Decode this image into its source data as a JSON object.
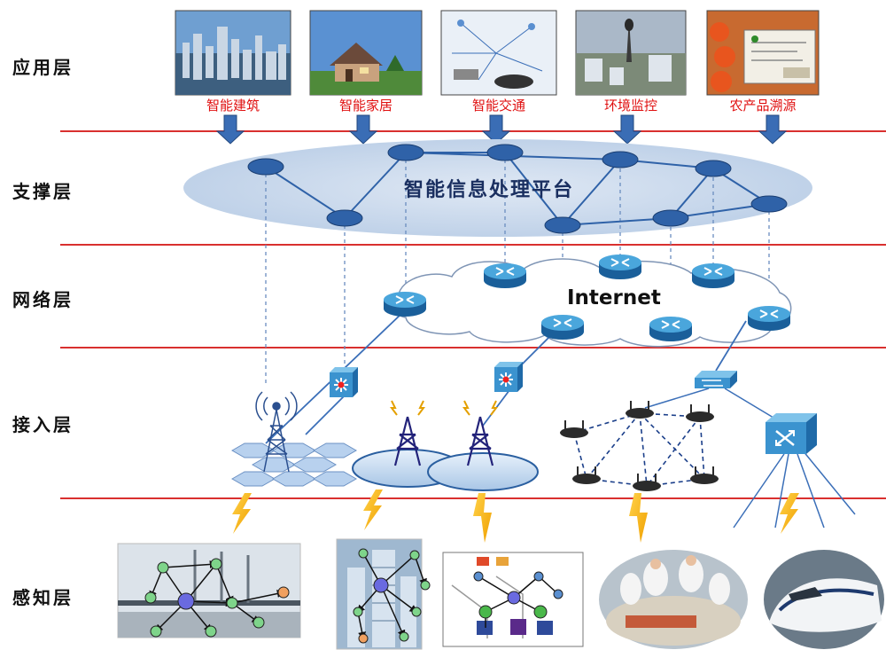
{
  "layers": [
    {
      "name": "应用层"
    },
    {
      "name": "支撑层"
    },
    {
      "name": "网络层"
    },
    {
      "name": "接入层"
    },
    {
      "name": "感知层"
    }
  ],
  "applications": [
    {
      "label": "智能建筑"
    },
    {
      "label": "智能家居"
    },
    {
      "label": "智能交通"
    },
    {
      "label": "环境监控"
    },
    {
      "label": "农产品溯源"
    }
  ],
  "support": {
    "platform_label": "智能信息处理平台"
  },
  "network": {
    "internet_label": "Internet"
  },
  "colors": {
    "separator": "#d9302f",
    "app_label": "#e01010",
    "node_fill": "#2f62a8",
    "platform_fill": "#c9d7ea",
    "arrow": "#3a6db5",
    "router": "#2a86c2"
  }
}
